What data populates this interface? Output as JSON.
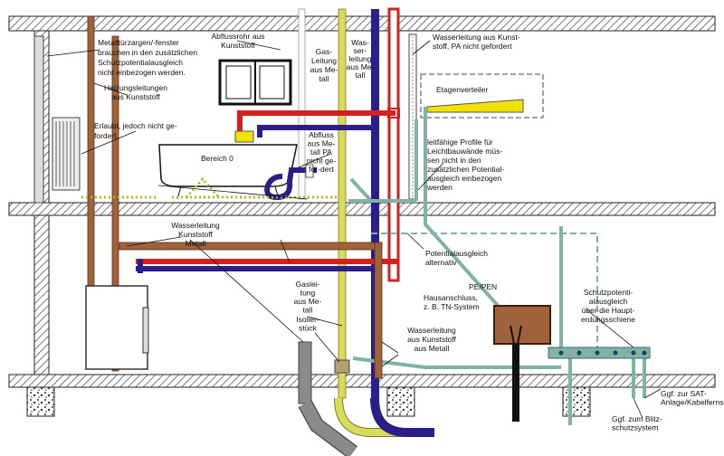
{
  "labels": {
    "metal_doors": [
      "Metalltürzargen/-fenster",
      "brauchen in den zusätzlichen",
      "Schutzpotentialausgleich",
      "nicht einbezogen werden."
    ],
    "heating": [
      "Heizungsleitungen",
      "aus Kunststoff"
    ],
    "allowed": [
      "Erlaubt, jedoch nicht ge-",
      "fordert"
    ],
    "bereich": "Bereich 0",
    "drain_top": [
      "Abflussrohr aus",
      "Kunststoff"
    ],
    "gas_top": [
      "Gas-",
      "Leitung",
      "aus Me-",
      "tall"
    ],
    "water_top": [
      "Was-",
      "ser-",
      "leitung",
      "aus Me-",
      "tall"
    ],
    "water_plastic_top": [
      "Wasserleitung aus Kunst-",
      "stoff, PA nicht gefordert"
    ],
    "etagenverteiler": "Etagenverteiler",
    "drain_metal": [
      "Abfluss",
      "aus Me-",
      "tall PA",
      "nicht ge-",
      "for-dert"
    ],
    "profiles": [
      "leitfähige Profile für",
      "Leichtbauwände müs-",
      "sen nicht in den",
      "zusätzlichen Potential-",
      "ausgleich einbezogen",
      "werden"
    ],
    "water_mid": [
      "Wasserleitung",
      "Kunststoff",
      "Metall"
    ],
    "pa_alt": [
      "Potentialausgleich",
      "alternativ"
    ],
    "pe_pen": "PE/PEN",
    "hausanschluss": [
      "Hausanschluss,",
      "z. B. TN-System"
    ],
    "gas_bottom": [
      "Gaslei-",
      "tung",
      "aus Me-",
      "tall"
    ],
    "isolier": [
      "Isolier-",
      "stück"
    ],
    "water_bottom": [
      "Wasserleitung",
      "aus Kunststoff",
      "aus Metall"
    ],
    "schutz": [
      "Schutzpotenti-",
      "alausgleich",
      "über die Haupt-",
      "erdungsschiene"
    ],
    "sat": [
      "Ggf. zur SAT-",
      "Anlage/Kabelfernsehen"
    ],
    "blitz": [
      "Ggf. zum Blitz-",
      "schutzsystem"
    ]
  },
  "colors": {
    "wall_hatch": "#555555",
    "pe_green": "#7fb3a8",
    "gas_yellow": "#d8dc5a",
    "water_blue": "#2a1f8a",
    "red": "#d42020",
    "brown": "#a0623a",
    "grey_drain": "#8a8a8a",
    "dots": "#b8b820",
    "distributor_yellow": "#f2e200"
  }
}
